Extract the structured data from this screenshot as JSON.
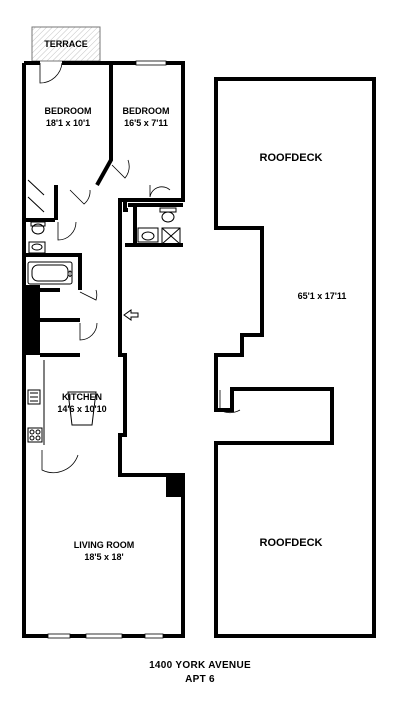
{
  "apartment": {
    "rooms": {
      "terrace": {
        "name": "TERRACE"
      },
      "bedroom_left": {
        "name": "BEDROOM",
        "dimensions": "18'1 x 10'1"
      },
      "bedroom_right": {
        "name": "BEDROOM",
        "dimensions": "16'5 x 7'11"
      },
      "kitchen": {
        "name": "KITCHEN",
        "dimensions": "14'6 x 10'10"
      },
      "living_room": {
        "name": "LIVING ROOM",
        "dimensions": "18'5 x 18'"
      }
    }
  },
  "roof": {
    "top_deck": {
      "name": "ROOFDECK"
    },
    "dimension": "65'1 x 17'11",
    "bottom_deck": {
      "name": "ROOFDECK"
    }
  },
  "address": {
    "line1": "1400 YORK AVENUE",
    "line2": "APT 6"
  }
}
